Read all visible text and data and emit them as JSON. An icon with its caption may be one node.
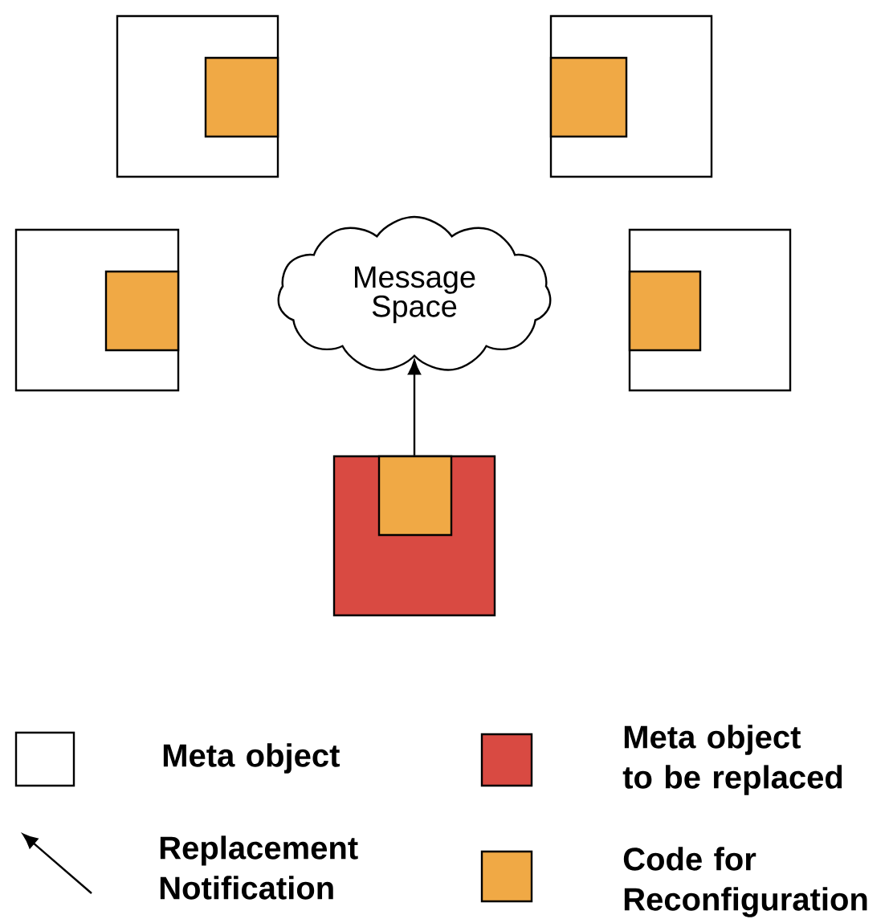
{
  "diagram": {
    "nodes": [
      {
        "text": [],
        "shape": "box"
      },
      {
        "text": [],
        "shape": "box",
        "in": 0
      },
      {
        "text": [],
        "shape": "box"
      },
      {
        "text": [],
        "shape": "box",
        "in": 2
      },
      {
        "text": [],
        "shape": "box"
      },
      {
        "text": [],
        "shape": "box",
        "in": 4
      },
      {
        "text": [
          "Message Space"
        ]
      },
      {
        "text": [],
        "shape": "box"
      },
      {
        "text": [],
        "shape": "box",
        "in": 7
      },
      {
        "text": [],
        "shape": "box"
      },
      {
        "text": [],
        "shape": "box",
        "in": 9
      }
    ],
    "edges": [
      {
        "from": 9,
        "to": 6,
        "arrow": "to"
      }
    ],
    "legend": [
      {
        "text": "Meta object"
      },
      {
        "text": "Meta object to be replaced",
        "color": "#d94a42"
      },
      {
        "text": "Replacement Notification"
      },
      {
        "text": "Code for Reconfiguration",
        "color": "#f0a945"
      }
    ]
  }
}
